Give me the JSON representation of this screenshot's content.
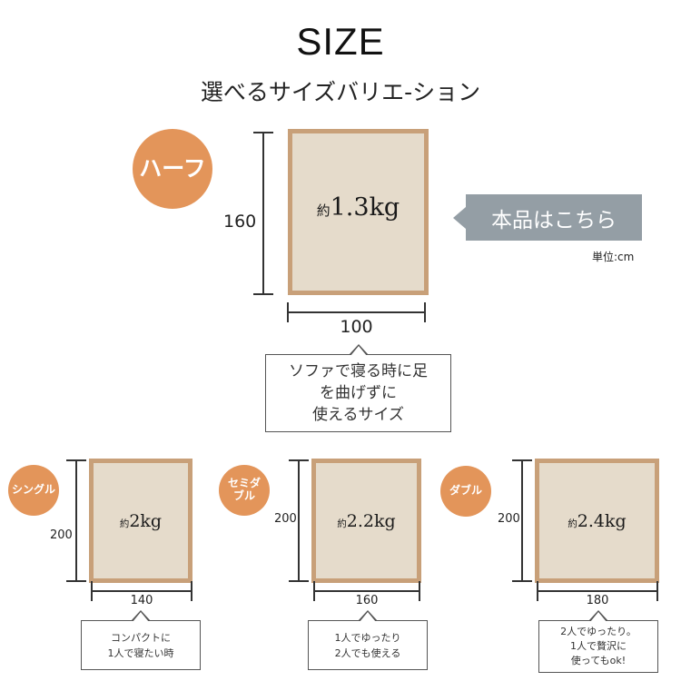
{
  "header": {
    "title": "SIZE",
    "subtitle": "選べるサイズバリエ-ション"
  },
  "unit_label": "単位:cm",
  "highlight_tag": "本品はこちら",
  "colors": {
    "badge": "#e3955a",
    "rug_fill": "#e5dbcb",
    "rug_border": "#c8a079",
    "tag": "#949ea5"
  },
  "sizes": [
    {
      "name": "ハーフ",
      "height_cm": "160",
      "width_cm": "100",
      "weight_prefix": "約",
      "weight": "1.3kg",
      "description": [
        "ソファで寝る時に足",
        "を曲げずに",
        "使えるサイズ"
      ]
    },
    {
      "name": "シングル",
      "height_cm": "200",
      "width_cm": "140",
      "weight_prefix": "約",
      "weight": "2kg",
      "description": [
        "コンパクトに",
        "1人で寝たい時"
      ]
    },
    {
      "name_lines": [
        "セミダ",
        "ブル"
      ],
      "height_cm": "200",
      "width_cm": "160",
      "weight_prefix": "約",
      "weight": "2.2kg",
      "description": [
        "1人でゆったり",
        "2人でも使える"
      ]
    },
    {
      "name": "ダブル",
      "height_cm": "200",
      "width_cm": "180",
      "weight_prefix": "約",
      "weight": "2.4kg",
      "description": [
        "2人でゆったり。",
        "1人で贅沢に",
        "使ってもok!"
      ]
    }
  ]
}
